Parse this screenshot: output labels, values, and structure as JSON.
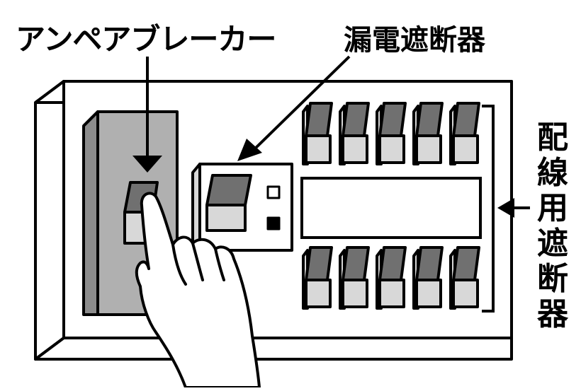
{
  "labels": {
    "ampere_breaker": "アンペアブレーカー",
    "earth_leakage_breaker": "漏電遮断器",
    "wiring_breaker": "配線用遮断器"
  },
  "colors": {
    "outline": "#000000",
    "panel_fill": "#ffffff",
    "ampere_body": "#b0b0b0",
    "switch_dark": "#707070",
    "switch_light": "#d8d8d8",
    "indicator_on": "#000000",
    "indicator_off": "#ffffff"
  },
  "branch_breakers": {
    "top_row_count": 5,
    "bottom_row_count": 5
  }
}
